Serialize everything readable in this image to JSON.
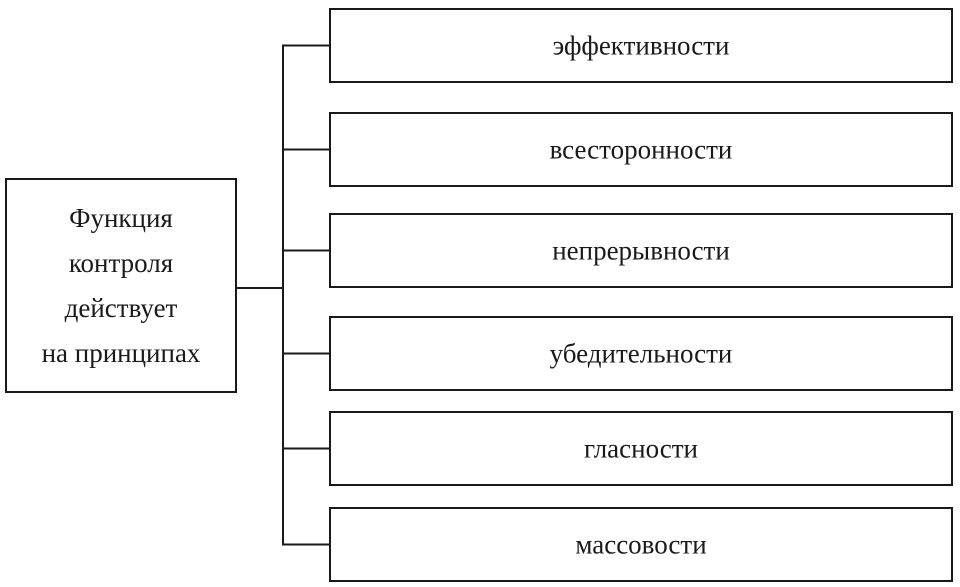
{
  "root": {
    "lines": [
      "Функция",
      "контроля",
      "действует",
      "на принципах"
    ]
  },
  "principles": [
    "эффективности",
    "всесторонности",
    "непрерывности",
    "убедительности",
    "гласности",
    "массовости"
  ]
}
